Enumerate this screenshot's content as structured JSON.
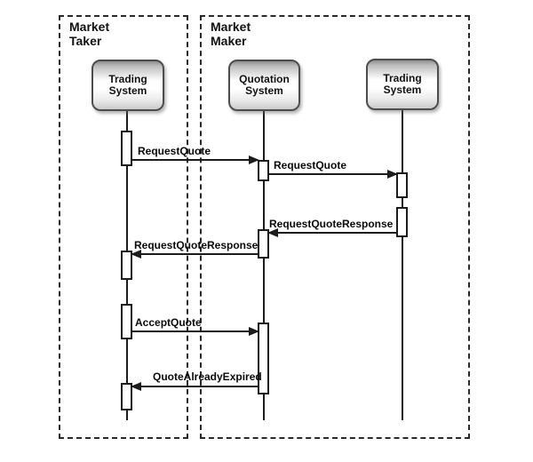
{
  "diagram": {
    "type": "uml-sequence-diagram",
    "frames": [
      {
        "label": "Market Taker"
      },
      {
        "label": "Market Maker"
      }
    ],
    "lifelines": [
      {
        "label": "Trading System",
        "frame": "Market Taker"
      },
      {
        "label": "Quotation System",
        "frame": "Market Maker"
      },
      {
        "label": "Trading System",
        "frame": "Market Maker"
      }
    ],
    "messages": [
      {
        "label": "RequestQuote",
        "from": "Trading System (Market Taker)",
        "to": "Quotation System",
        "direction": "right"
      },
      {
        "label": "RequestQuote",
        "from": "Quotation System",
        "to": "Trading System (Market Maker)",
        "direction": "right"
      },
      {
        "label": "RequestQuoteResponse",
        "from": "Trading System (Market Maker)",
        "to": "Quotation System",
        "direction": "left"
      },
      {
        "label": "RequestQuoteResponse",
        "from": "Quotation System",
        "to": "Trading System (Market Taker)",
        "direction": "left"
      },
      {
        "label": "AcceptQuote",
        "from": "Trading System (Market Taker)",
        "to": "Quotation System",
        "direction": "right"
      },
      {
        "label": "QuoteAlreadyExpired",
        "from": "Quotation System",
        "to": "Trading System (Market Taker)",
        "direction": "left"
      }
    ],
    "colors": {
      "background": "#ffffff",
      "line": "#1c1c1c",
      "frame_border": "#2a2a2a",
      "head_border": "#4d4d4d",
      "head_gradient_top": "#8e8e8e",
      "head_gradient_bottom": "#cbcbcb",
      "activation_fill": "#ffffff"
    }
  }
}
